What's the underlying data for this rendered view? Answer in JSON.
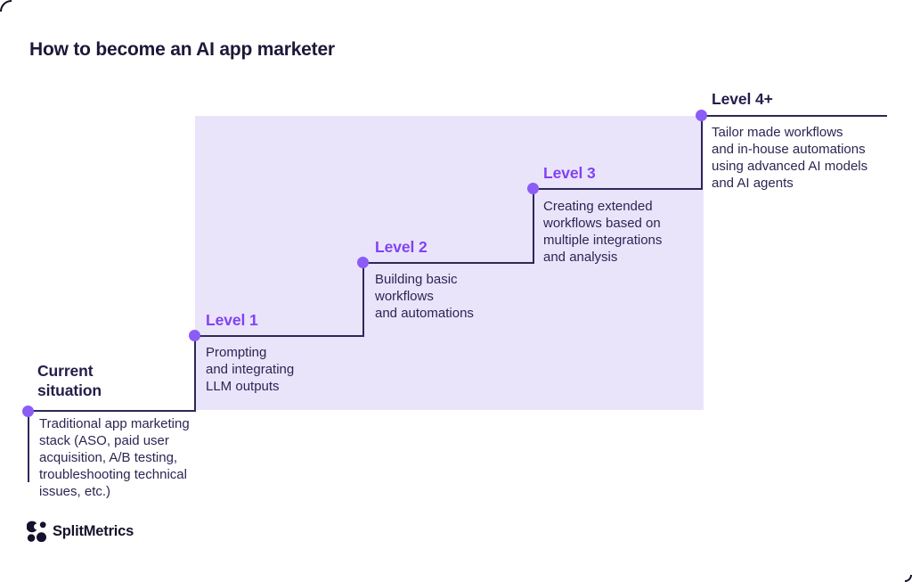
{
  "title": "How to become an AI app marketer",
  "colors": {
    "accent_violet": "#8142f2",
    "dot_violet": "#8b5cf6",
    "background_violet": "#eae4fb",
    "ink_navy": "#221d49",
    "line_navy": "#2d2857"
  },
  "steps": [
    {
      "id": "current-situation",
      "label": "Current\nsituation",
      "description": "Traditional app marketing\nstack (ASO, paid user\nacquisition, A/B testing,\ntroubleshooting technical\nissues, etc.)"
    },
    {
      "id": "level-1",
      "label": "Level 1",
      "description": "Prompting\nand integrating\nLLM outputs"
    },
    {
      "id": "level-2",
      "label": "Level 2",
      "description": "Building basic\nworkflows\nand automations"
    },
    {
      "id": "level-3",
      "label": "Level 3",
      "description": "Creating extended\nworkflows based on\nmultiple integrations\nand analysis"
    },
    {
      "id": "level-4",
      "label": "Level 4+",
      "description": "Tailor made workflows\nand in-house automations\nusing advanced AI models\nand AI agents"
    }
  ],
  "footer": {
    "brand_name": "SplitMetrics"
  }
}
